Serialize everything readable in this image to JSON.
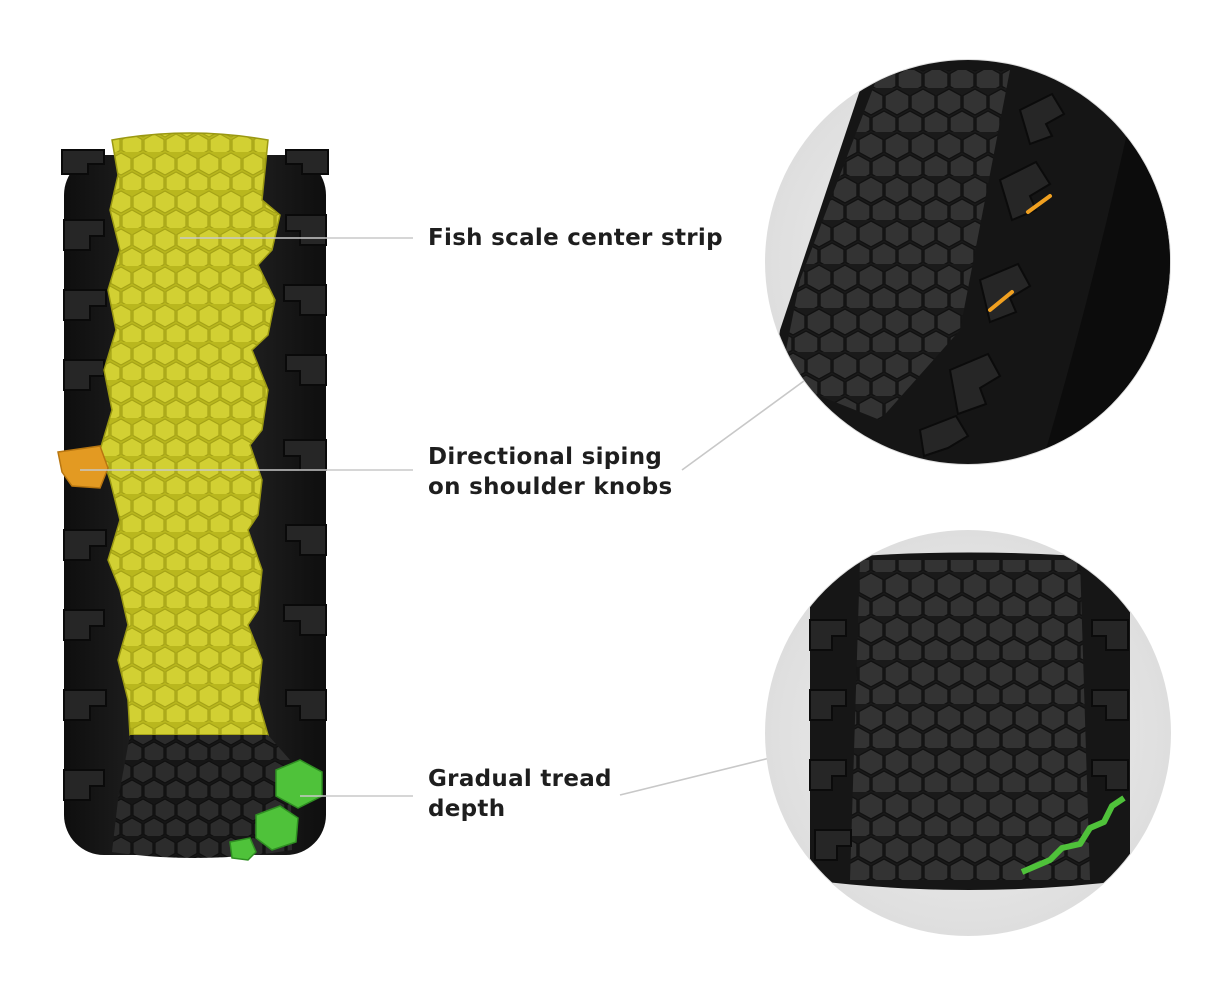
{
  "callouts": {
    "center_strip": {
      "lines": [
        "Fish scale center strip"
      ]
    },
    "siping": {
      "lines": [
        "Directional siping",
        "on shoulder knobs"
      ]
    },
    "tread_depth": {
      "lines": [
        "Gradual tread",
        "depth"
      ]
    }
  },
  "colors": {
    "background": "#ffffff",
    "tire_body": "#1c1c1c",
    "knob": "#2b2b2b",
    "center_strip_highlight": "#c9c724",
    "siping_highlight": "#e39a22",
    "tread_depth_highlight": "#4fc23a",
    "leader_line": "#c8c8c8",
    "detail_circle_bg": "#e6e6e6",
    "label_text": "#1e1e1e"
  },
  "icons": {
    "tire": "tire-tread-illustration",
    "detail_top": "siping-detail-photo",
    "detail_bottom": "tread-depth-detail-photo"
  }
}
